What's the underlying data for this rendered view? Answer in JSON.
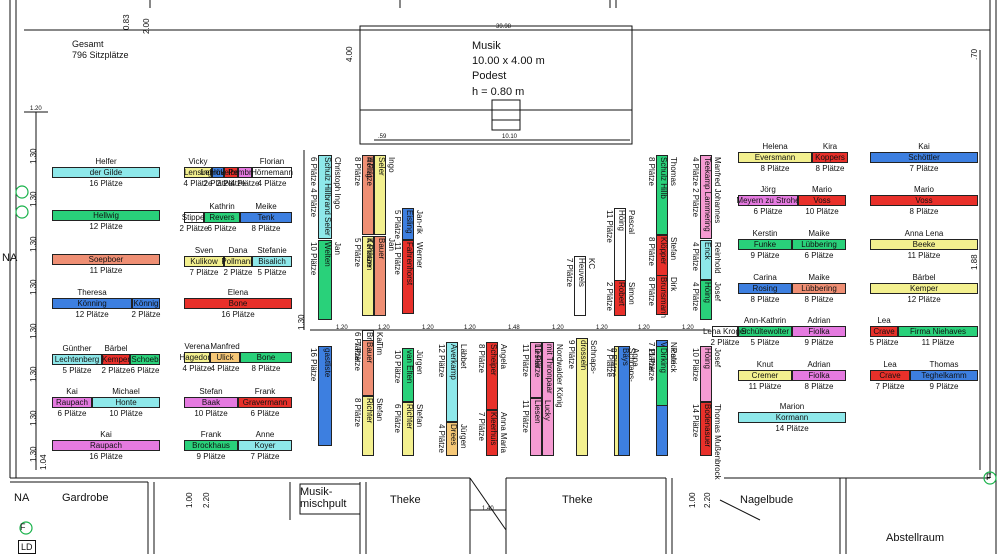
{
  "summary": {
    "line1": "Gesamt",
    "line2": "796 Sitzplätze"
  },
  "stage": {
    "title": "Musik",
    "size": "10.00  x  4.00  m",
    "podest": "Podest",
    "height": "h  =  0.80  m"
  },
  "dimensions": {
    "top_width": "39.98",
    "stage_width": "10.10",
    "stage_depth": "4.00",
    "d059": ".59",
    "left_a": "0.83",
    "left_b": "2.00",
    "side": "1.20",
    "rows": [
      "1.30",
      "1.30",
      "1.30",
      "1.30",
      "1.30",
      "1.30",
      "1.30",
      "1.30"
    ],
    "right_a": "1.88",
    "right_b": ".70",
    "gaps": [
      "1.20",
      "1.20",
      "1.20",
      "1.20",
      "1.48",
      "1.20",
      "1.20",
      "1.20",
      "1.20"
    ],
    "bottom_a": "1.00",
    "bottom_b": "2.20",
    "bottom_c": "1.00",
    "bottom_d": "2.20",
    "bottom_e": "1.40",
    "misc": "1.30",
    "misc2": "1.30",
    "misc3": "1.04"
  },
  "rooms": {
    "na1": "NA",
    "na2": "NA",
    "garderobe": "Gardrobe",
    "mischpult": "Musik-\nmischpult",
    "theke1": "Theke",
    "theke2": "Theke",
    "nagelbude": "Nagelbude",
    "abstellraum": "Abstellraum",
    "ld": "LD",
    "f1": "F",
    "f2": "F"
  },
  "colors": {
    "cyan": "#8ee8ea",
    "green": "#29d17a",
    "salmon": "#ef8f74",
    "blue": "#3d7fe0",
    "red": "#e8302a",
    "yellow": "#f3f08f",
    "orange": "#f6c877",
    "magenta": "#e57ae0",
    "pink": "#f59bd2",
    "teal": "#19b88f",
    "white": "#ffffff"
  },
  "tables": [
    {
      "id": "helfer",
      "names": [
        "Helfer",
        "der Gilde"
      ],
      "seats": "16 Plätze"
    },
    {
      "id": "hellwig",
      "names": [
        "Hellwig"
      ],
      "seats": "12 Plätze"
    },
    {
      "id": "soepboer",
      "names": [
        "Soepboer"
      ],
      "seats": "11 Plätze"
    },
    {
      "id": "theresa",
      "names": [
        "Theresa",
        "Könning"
      ],
      "seats": "12 Plätze"
    },
    {
      "id": "koennig",
      "names": [
        "Könnig"
      ],
      "seats": "2 Plätze"
    },
    {
      "id": "guenther",
      "names": [
        "Günther",
        "Lechtenberg"
      ],
      "seats": "5 Plätze"
    },
    {
      "id": "baerbel1",
      "names": [
        "Bärbel",
        "Kemper"
      ],
      "seats": "2 Plätze"
    },
    {
      "id": "schoeb",
      "names": [
        "Schoeb"
      ],
      "seats": "6 Plätze"
    },
    {
      "id": "kai1",
      "names": [
        "Kai",
        "Raupach"
      ],
      "seats": "6 Plätze"
    },
    {
      "id": "michael",
      "names": [
        "Michael",
        "Honte"
      ],
      "seats": "10 Plätze"
    },
    {
      "id": "kai2",
      "names": [
        "Kai",
        "Raupach"
      ],
      "seats": "16 Plätze"
    },
    {
      "id": "vicky",
      "names": [
        "Vicky",
        "Lensing"
      ],
      "seats": "4 Plätze"
    },
    {
      "id": "lehmkuhl",
      "names": [
        "Lehmkuhl"
      ],
      "seats": "2 Plätze"
    },
    {
      "id": "hoevelbrinks",
      "names": [
        "Hövelbrinks"
      ],
      "seats": "2 Plätze"
    },
    {
      "id": "pembrink",
      "names": [
        "Pembrink"
      ],
      "seats": "4 Plätze"
    },
    {
      "id": "florian",
      "names": [
        "Florian",
        "Hörnemann"
      ],
      "seats": "4 Plätze"
    },
    {
      "id": "stippel",
      "names": [
        "Stippel"
      ],
      "seats": "2 Plätze"
    },
    {
      "id": "kathrin",
      "names": [
        "Kathrin",
        "Revers"
      ],
      "seats": "6 Plätze"
    },
    {
      "id": "meike1",
      "names": [
        "Meike",
        "Tenk"
      ],
      "seats": "8 Plätze"
    },
    {
      "id": "sven",
      "names": [
        "Sven",
        "Kulikow"
      ],
      "seats": "7 Plätze"
    },
    {
      "id": "dana",
      "names": [
        "Dana",
        "Pollmann"
      ],
      "seats": "2 Plätze"
    },
    {
      "id": "stefanie",
      "names": [
        "Stefanie",
        "Bisalich"
      ],
      "seats": "5 Plätze"
    },
    {
      "id": "elena",
      "names": [
        "Elena",
        "Bone"
      ],
      "seats": "16 Plätze"
    },
    {
      "id": "verena",
      "names": [
        "Verena",
        "Hagedorn"
      ],
      "seats": "4 Plätze"
    },
    {
      "id": "manfred1",
      "names": [
        "Manfred",
        "Ulick"
      ],
      "seats": "4 Plätze"
    },
    {
      "id": "bone",
      "names": [
        "Bone"
      ],
      "seats": "8 Plätze"
    },
    {
      "id": "stefan1",
      "names": [
        "Stefan",
        "Baak"
      ],
      "seats": "10 Plätze"
    },
    {
      "id": "frank1",
      "names": [
        "Frank",
        "Gravermann"
      ],
      "seats": "6 Plätze"
    },
    {
      "id": "frank2",
      "names": [
        "Frank",
        "Brockhaus"
      ],
      "seats": "9 Plätze"
    },
    {
      "id": "anne",
      "names": [
        "Anne",
        "Koyer"
      ],
      "seats": "7 Plätze"
    },
    {
      "id": "helena",
      "names": [
        "Helena",
        "Eversmann"
      ],
      "seats": "8 Plätze"
    },
    {
      "id": "kira",
      "names": [
        "Kira",
        "Koppers"
      ],
      "seats": "8 Plätze"
    },
    {
      "id": "kai3",
      "names": [
        "Kai",
        "Schöttler"
      ],
      "seats": "7 Plätze"
    },
    {
      "id": "joerg",
      "names": [
        "Jörg",
        "Meyern zu Strohe"
      ],
      "seats": "6 Plätze"
    },
    {
      "id": "mario1",
      "names": [
        "Mario",
        "Voss"
      ],
      "seats": "10 Plätze"
    },
    {
      "id": "mario2",
      "names": [
        "Mario",
        "Voss"
      ],
      "seats": "8 Plätze"
    },
    {
      "id": "kerstin",
      "names": [
        "Kerstin",
        "Funke"
      ],
      "seats": "9 Plätze"
    },
    {
      "id": "maike2",
      "names": [
        "Maike",
        "Lübbering"
      ],
      "seats": "6 Plätze"
    },
    {
      "id": "anna_lena",
      "names": [
        "Anna Lena",
        "Beeke"
      ],
      "seats": "11 Plätze"
    },
    {
      "id": "carina",
      "names": [
        "Carina",
        "Rosing"
      ],
      "seats": "8 Plätze"
    },
    {
      "id": "maike3",
      "names": [
        "Maike",
        "Lübbering"
      ],
      "seats": "8 Plätze"
    },
    {
      "id": "baerbel2",
      "names": [
        "Bärbel",
        "Kemper"
      ],
      "seats": "12 Plätze"
    },
    {
      "id": "ann_kathrin",
      "names": [
        "Ann-Kathrin",
        "Schültewolter"
      ],
      "seats": "5 Plätze"
    },
    {
      "id": "adrian1",
      "names": [
        "Adrian",
        "Fiolka"
      ],
      "seats": "9 Plätze"
    },
    {
      "id": "lena",
      "names": [
        "Lena Kroger"
      ],
      "seats": "2 Plätze"
    },
    {
      "id": "lea1",
      "names": [
        "Lea",
        "Crave"
      ],
      "seats": "5 Plätze"
    },
    {
      "id": "firma",
      "names": [
        "Firma Niehaves"
      ],
      "seats": "11 Plätze"
    },
    {
      "id": "knut",
      "names": [
        "Knut",
        "Cremer"
      ],
      "seats": "11 Plätze"
    },
    {
      "id": "adrian2",
      "names": [
        "Adrian",
        "Fiolka"
      ],
      "seats": "8 Plätze"
    },
    {
      "id": "lea2",
      "names": [
        "Lea",
        "Crave"
      ],
      "seats": "7 Plätze"
    },
    {
      "id": "thomas1",
      "names": [
        "Thomas",
        "Teghelkamm"
      ],
      "seats": "9 Plätze"
    },
    {
      "id": "marion",
      "names": [
        "Marion",
        "Kormann"
      ],
      "seats": "14 Plätze"
    }
  ],
  "vertical_tables": [
    {
      "id": "christoph",
      "text": "Christoph  Ingo",
      "sub": "Schulz Hillbrand  Seler",
      "seats": "6 Plätze  4 Plätze"
    },
    {
      "id": "jan",
      "text": "Jan",
      "sub": "Welten",
      "seats": "10 Plätze"
    },
    {
      "id": "mathias",
      "text": "Mathias",
      "sub": "Höing",
      "seats": "8 Plätze"
    },
    {
      "id": "ingo2",
      "text": "Ingo",
      "sub": "Seler",
      "seats": "4 Plätze"
    },
    {
      "id": "volker",
      "text": "Volker",
      "sub": "Kormann",
      "seats": "5 Plätze"
    },
    {
      "id": "jan2",
      "text": "Jan",
      "sub": "Bauer",
      "seats": "4 Plätze"
    },
    {
      "id": "kai4",
      "text": "Kai",
      "sub": "Brothagen",
      "seats": "6 Plätze"
    },
    {
      "id": "janrik",
      "text": "Jan-rik",
      "sub": "Eisling",
      "seats": "5 Plätze"
    },
    {
      "id": "werner",
      "text": "Werner",
      "sub": "Fahrenhorst",
      "seats": "11 Plätze"
    },
    {
      "id": "gastliste1",
      "text": "",
      "sub": "gastliste",
      "seats": "16 Plätze"
    },
    {
      "id": "tim",
      "text": "Tim",
      "sub": "Bauer",
      "seats": "7 Plätze"
    },
    {
      "id": "stefan2",
      "text": "Stefan",
      "sub": "Richter",
      "seats": "8 Plätze"
    },
    {
      "id": "juergen",
      "text": "Jürgen",
      "sub": "van Elten",
      "seats": "10 Plätze"
    },
    {
      "id": "stefan3",
      "text": "Stefan",
      "sub": "Richter",
      "seats": "6 Plätze"
    },
    {
      "id": "laebbet",
      "text": "Läbbet",
      "sub": "Averkamp",
      "seats": "12 Plätze"
    },
    {
      "id": "juergen2",
      "text": "Jürgen",
      "sub": "Drees",
      "seats": "4 Plätze"
    },
    {
      "id": "angela",
      "text": "Angela",
      "sub": "Scheiper",
      "seats": "8 Plätze"
    },
    {
      "id": "anna_maria",
      "text": "Anna Maria",
      "sub": "Kleerhuis",
      "seats": "7 Plätze"
    },
    {
      "id": "lucky1",
      "text": "Lucky",
      "sub": "Liesen",
      "seats": "11 Plätze"
    },
    {
      "id": "nordwalder",
      "text": "Nordwalder König",
      "sub": "mit Thronpaar",
      "seats": "10 Plätze"
    },
    {
      "id": "lucky2",
      "text": "Lucky",
      "sub": "Liesen",
      "seats": "11 Plätze"
    },
    {
      "id": "schnaps1",
      "text": "Schnaps-",
      "sub": "drosseln",
      "seats": "9 Plätze"
    },
    {
      "id": "kc",
      "text": "KC",
      "sub": "Heuvels",
      "seats": "7 Plätze"
    },
    {
      "id": "pascal",
      "text": "Pascal",
      "sub": "Höing",
      "seats": "11 Plätze"
    },
    {
      "id": "simon",
      "text": "Simon",
      "sub": "Robert",
      "seats": "2 Plätze"
    },
    {
      "id": "schnaps2",
      "text": "Schnaps-",
      "sub": "drosseln",
      "seats": "7 Plätze"
    },
    {
      "id": "anna",
      "text": "Anna",
      "sub": "Bäys",
      "seats": "8 Plätze"
    },
    {
      "id": "nicole",
      "text": "Nicole",
      "sub": "Voos",
      "seats": "7 Plätze"
    },
    {
      "id": "thomas2",
      "text": "Thomas",
      "sub": "Schulz Hillb",
      "seats": "8 Plätze"
    },
    {
      "id": "stefan4",
      "text": "Stefan",
      "sub": "Klöpper",
      "seats": "8 Plätze"
    },
    {
      "id": "dirk",
      "text": "Dirk",
      "sub": "Brunsmann",
      "seats": "8 Plätze"
    },
    {
      "id": "patrick",
      "text": "Patrick",
      "sub": "Dirking",
      "seats": "11 Plätze"
    },
    {
      "id": "manfred2",
      "text": "Manfred Johannes",
      "sub": "Teekamp Lammering",
      "seats": "4 Plätze  2 Plätze"
    },
    {
      "id": "reinhold",
      "text": "Reinhold",
      "sub": "Enck",
      "seats": "4 Plätze"
    },
    {
      "id": "josef1",
      "text": "Josef",
      "sub": "Höing",
      "seats": "4 Plätze"
    },
    {
      "id": "josef2",
      "text": "Josef",
      "sub": "Höing",
      "seats": "10 Plätze"
    },
    {
      "id": "thomas3",
      "text": "Thomas Mußenbrock",
      "sub": "Bodenasuer",
      "seats": "14 Plätze"
    }
  ]
}
